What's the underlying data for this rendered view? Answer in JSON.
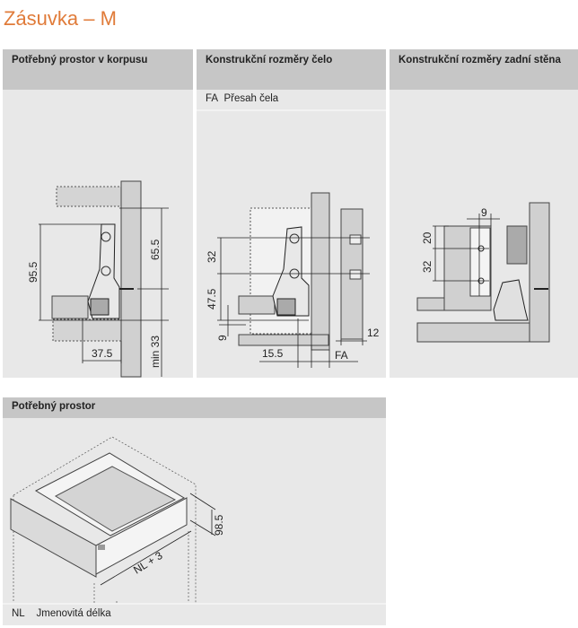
{
  "title": "Zásuvka – M",
  "panels": {
    "korpus": {
      "header": "Potřebný prostor v korpusu",
      "dims": {
        "a": "95.5",
        "b": "65.5",
        "c": "37.5",
        "d": "min 33"
      }
    },
    "celo": {
      "header": "Konstrukční rozměry čelo",
      "legend_code": "FA",
      "legend_text": "Přesah čela",
      "dims": {
        "a": "32",
        "b": "47.5",
        "c": "9",
        "d": "15.5",
        "e": "FA",
        "f": "12"
      }
    },
    "zadni": {
      "header": "Konstrukční rozměry zadní stěna",
      "dims": {
        "a": "9",
        "b": "20",
        "c": "32"
      }
    },
    "prostor": {
      "header": "Potřebný prostor",
      "legend_code": "NL",
      "legend_text": "Jmenovitá délka",
      "dims": {
        "a": "98.5",
        "b": "NL + 3"
      }
    }
  },
  "colors": {
    "accent": "#e07b39",
    "header_bg": "#c6c6c6",
    "panel_bg": "#e8e8e8"
  }
}
